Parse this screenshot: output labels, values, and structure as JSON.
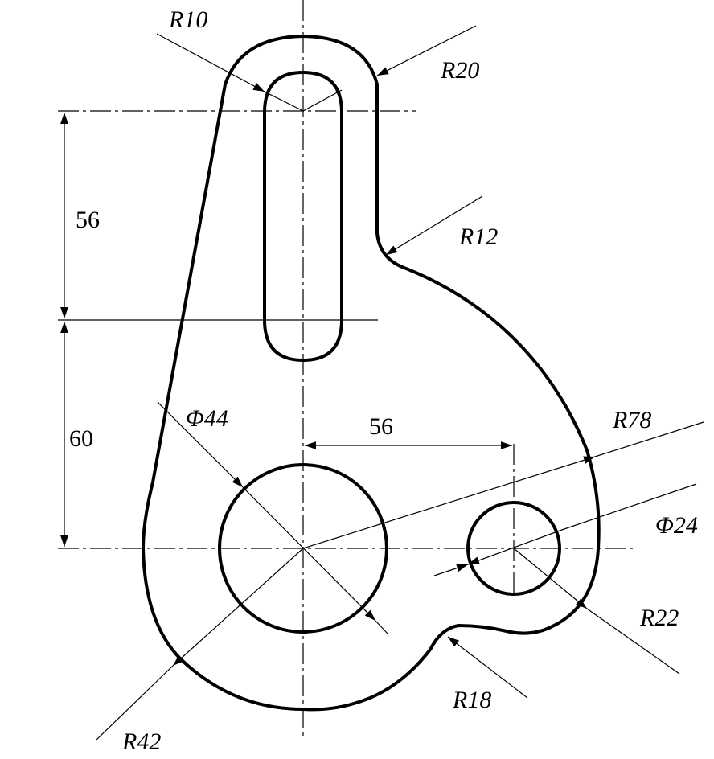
{
  "labels": {
    "r10": "R10",
    "r20": "R20",
    "r12": "R12",
    "r78": "R78",
    "d24": "Φ24",
    "r22": "R22",
    "r18": "R18",
    "r42": "R42",
    "d44": "Φ44",
    "dim56_vertical": "56",
    "dim60_vertical": "60",
    "dim56_horizontal": "56"
  }
}
